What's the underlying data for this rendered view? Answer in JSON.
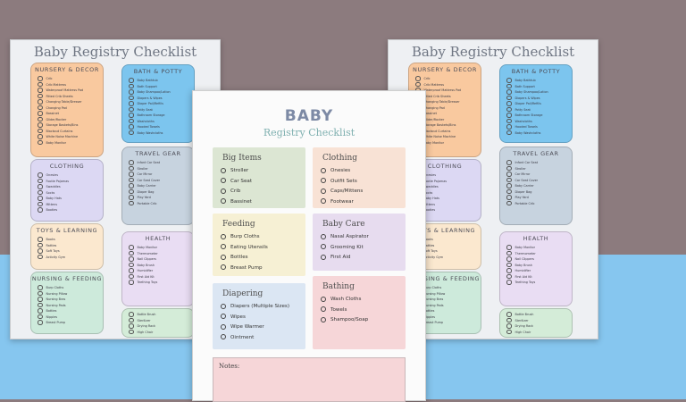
{
  "left_sheet": {
    "title": "Baby Registry Checklist",
    "boxes": [
      {
        "heading": "NURSERY & DECOR",
        "color": "#f9c99f",
        "items": [
          "Crib",
          "Crib Mattress",
          "Waterproof Mattress Pad",
          "Fitted Crib Sheets",
          "Changing Table/Dresser",
          "Changing Pad",
          "Bassinet",
          "Glider/Rocker",
          "Storage Baskets/Bins",
          "Blackout Curtains",
          "White Noise Machine",
          "Baby Monitor"
        ]
      },
      {
        "heading": "BATH & POTTY",
        "color": "#7cc5ee",
        "items": [
          "Baby Bathtub",
          "Bath Support",
          "Baby Shampoo/Lotion",
          "Diapers & Wipes",
          "Diaper Pail/Refills",
          "Potty Seat",
          "Bathroom Storage",
          "Washcloths",
          "Hooded Towels",
          "Baby Washcloths"
        ]
      },
      {
        "heading": "CLOTHING",
        "color": "#dcd8f3",
        "items": [
          "Onesies",
          "Footie Pajamas",
          "Swaddles",
          "Socks",
          "Baby Hats",
          "Mittens",
          "Booties"
        ]
      },
      {
        "heading": "TRAVEL GEAR",
        "color": "#c7d3df",
        "items": [
          "Infant Car Seat",
          "Stroller",
          "Car Mirror",
          "Car Seat Cover",
          "Baby Carrier",
          "Diaper Bag",
          "Play Yard",
          "Portable Crib"
        ]
      },
      {
        "heading": "TOYS & LEARNING",
        "color": "#fbe8cf",
        "items": [
          "Books",
          "Rattles",
          "Soft Toys",
          "Activity Gym"
        ]
      },
      {
        "heading": "HEALTH",
        "color": "#e9ddf3",
        "items": [
          "Baby Monitor",
          "Thermometer",
          "Nail Clippers",
          "Baby Brush",
          "Humidifier",
          "First Aid Kit",
          "Teething Toys"
        ]
      },
      {
        "heading": "NURSING & FEEDING",
        "color": "#cdeadb",
        "items": [
          "Burp Cloths",
          "Nursing Pillow",
          "Nursing Bras",
          "Nursing Pads",
          "Bottles",
          "Nipples",
          "Breast Pump"
        ]
      },
      {
        "heading": "",
        "color": "#d4ecd8",
        "items": [
          "Bottle Brush",
          "Sterilizer",
          "Drying Rack",
          "High Chair"
        ]
      }
    ]
  },
  "right_sheet": {
    "title": "Baby Registry Checklist",
    "boxes": [
      {
        "heading": "NURSERY & DECOR",
        "color": "#f9c99f",
        "items": [
          "Crib",
          "Crib Mattress",
          "Waterproof Mattress Pad",
          "Fitted Crib Sheets",
          "Changing Table/Dresser",
          "Changing Pad",
          "Bassinet",
          "Glider/Rocker",
          "Storage Baskets/Bins",
          "Blackout Curtains",
          "White Noise Machine",
          "Baby Monitor"
        ]
      },
      {
        "heading": "BATH & POTTY",
        "color": "#7cc5ee",
        "items": [
          "Baby Bathtub",
          "Bath Support",
          "Baby Shampoo/Lotion",
          "Diapers & Wipes",
          "Diaper Pail/Refills",
          "Potty Seat",
          "Bathroom Storage",
          "Washcloths",
          "Hooded Towels",
          "Baby Washcloths"
        ]
      },
      {
        "heading": "CLOTHING",
        "color": "#dcd8f3",
        "items": [
          "Onesies",
          "Footie Pajamas",
          "Swaddles",
          "Socks",
          "Baby Hats",
          "Mittens",
          "Booties"
        ]
      },
      {
        "heading": "TRAVEL GEAR",
        "color": "#c7d3df",
        "items": [
          "Infant Car Seat",
          "Stroller",
          "Car Mirror",
          "Car Seat Cover",
          "Baby Carrier",
          "Diaper Bag",
          "Play Yard",
          "Portable Crib"
        ]
      },
      {
        "heading": "TOYS & LEARNING",
        "color": "#fbe8cf",
        "items": [
          "Books",
          "Rattles",
          "Soft Toys",
          "Activity Gym"
        ]
      },
      {
        "heading": "HEALTH",
        "color": "#e9ddf3",
        "items": [
          "Baby Monitor",
          "Thermometer",
          "Nail Clippers",
          "Baby Brush",
          "Humidifier",
          "First Aid Kit",
          "Teething Toys"
        ]
      },
      {
        "heading": "NURSING & FEEDING",
        "color": "#cdeadb",
        "items": [
          "Burp Cloths",
          "Nursing Pillow",
          "Nursing Bras",
          "Nursing Pads",
          "Bottles",
          "Nipples",
          "Breast Pump"
        ]
      },
      {
        "heading": "",
        "color": "#d4ecd8",
        "items": [
          "Bottle Brush",
          "Sterilizer",
          "Drying Rack",
          "High Chair"
        ]
      }
    ]
  },
  "front_sheet": {
    "title": "BABY",
    "subtitle": "Registry Checklist",
    "sections": [
      {
        "heading": "Big Items",
        "color": "#dce6d3",
        "items": [
          "Stroller",
          "Car Seat",
          "Crib",
          "Bassinet"
        ]
      },
      {
        "heading": "Clothing",
        "color": "#f8e2d5",
        "items": [
          "Onesies",
          "Outfit Sets",
          "Caps/Mittens",
          "Footwear"
        ]
      },
      {
        "heading": "Feeding",
        "color": "#f6f0d4",
        "items": [
          "Burp Cloths",
          "Eating Utensils",
          "Bottles",
          "Breast Pump"
        ]
      },
      {
        "heading": "Baby Care",
        "color": "#e7dcef",
        "items": [
          "Nasal Aspirator",
          "Grooming Kit",
          "First Aid"
        ]
      },
      {
        "heading": "Diapering",
        "color": "#dbe6f3",
        "items": [
          "Diapers (Multiple Sizes)",
          "Wipes",
          "Wipe Warmer",
          "Ointment"
        ]
      },
      {
        "heading": "Bathing",
        "color": "#f6d6d8",
        "items": [
          "Wash Cloths",
          "Towels",
          "Shampoo/Soap"
        ]
      }
    ],
    "notes_label": "Notes:"
  }
}
